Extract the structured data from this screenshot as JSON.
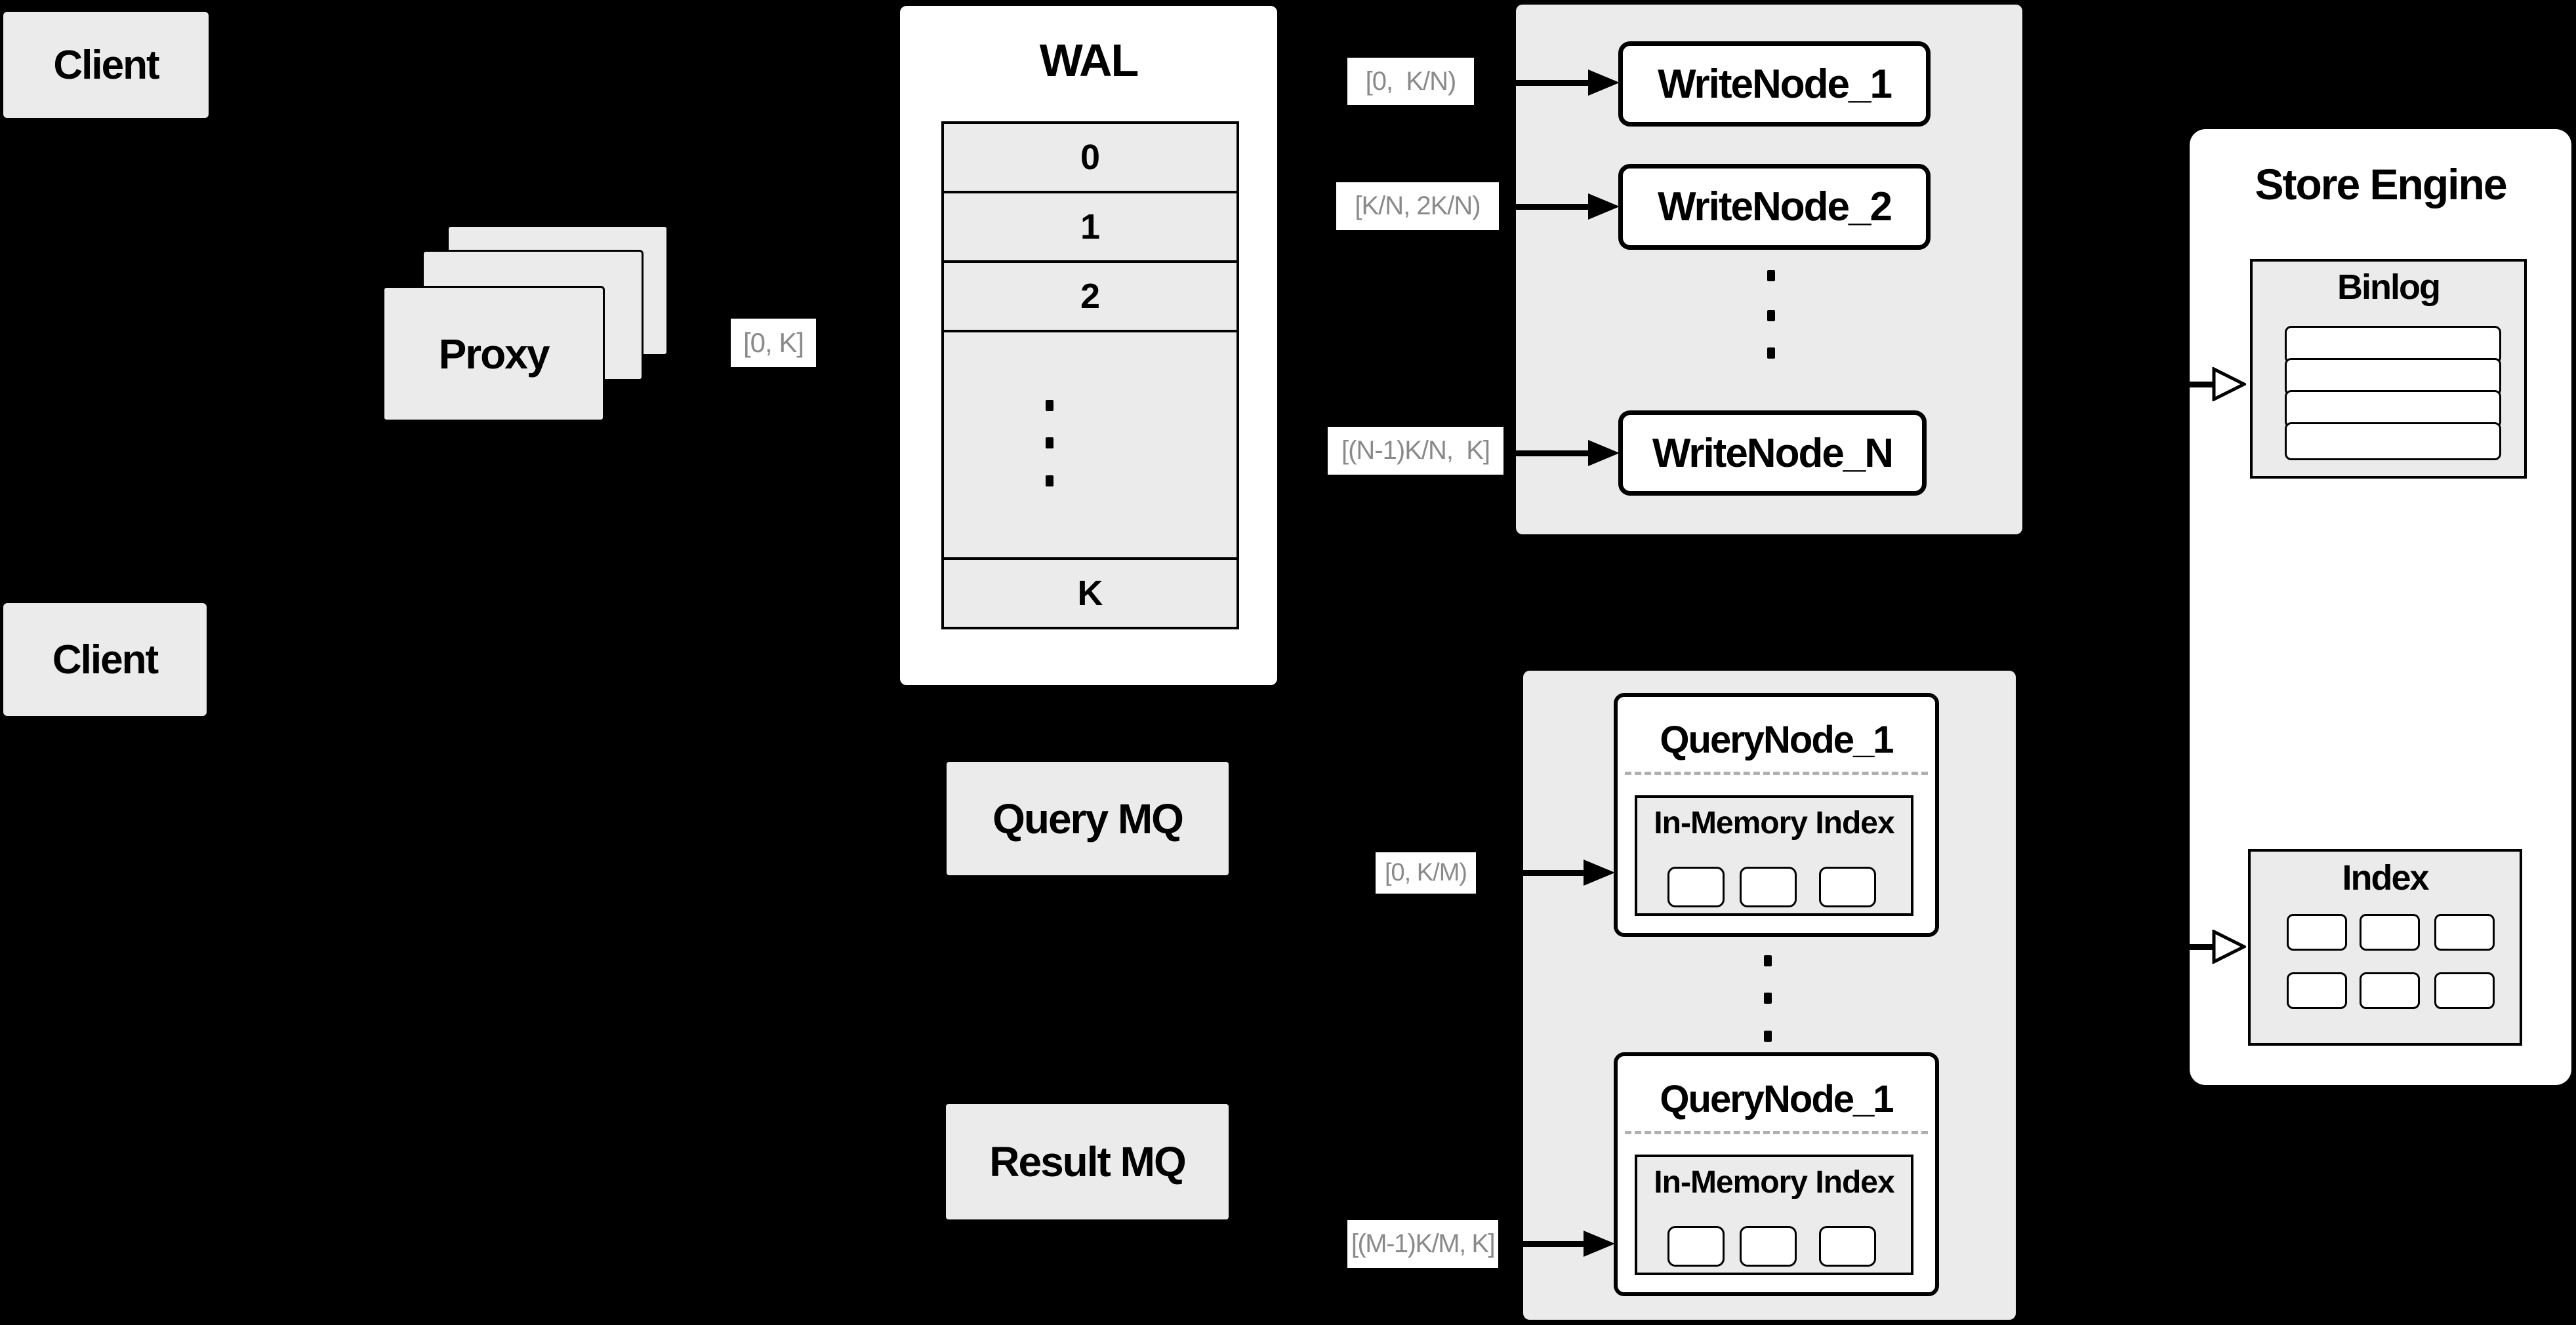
{
  "colors": {
    "background": "#000000",
    "panel_gray": "#ebebeb",
    "box_white": "#ffffff",
    "border_black": "#000000",
    "range_label_text": "#8a8a8a",
    "dashed_divider": "#b0b0b0"
  },
  "client_top": {
    "label": "Client"
  },
  "client_bottom": {
    "label": "Client"
  },
  "proxy": {
    "label": "Proxy",
    "range_label": "[0, K]"
  },
  "wal": {
    "title": "WAL",
    "segments": [
      "0",
      "1",
      "2"
    ],
    "last_segment": "K"
  },
  "write_cluster": {
    "nodes": [
      {
        "label": "WriteNode_1",
        "range": "[0,  K/N)"
      },
      {
        "label": "WriteNode_2",
        "range": "[K/N, 2K/N)"
      },
      {
        "label": "WriteNode_N",
        "range": "[(N-1)K/N,  K]"
      }
    ]
  },
  "store_engine": {
    "title": "Store Engine",
    "binlog_title": "Binlog",
    "binlog_row_count": 4,
    "index_title": "Index",
    "index_cell_count": 6
  },
  "query_mq": {
    "label": "Query MQ"
  },
  "result_mq": {
    "label": "Result MQ"
  },
  "query_cluster": {
    "nodes": [
      {
        "label": "QueryNode_1",
        "inner_title": "In-Memory Index",
        "range": "[0, K/M)"
      },
      {
        "label": "QueryNode_1",
        "inner_title": "In-Memory Index",
        "range": "[(M-1)K/M, K]"
      }
    ]
  }
}
